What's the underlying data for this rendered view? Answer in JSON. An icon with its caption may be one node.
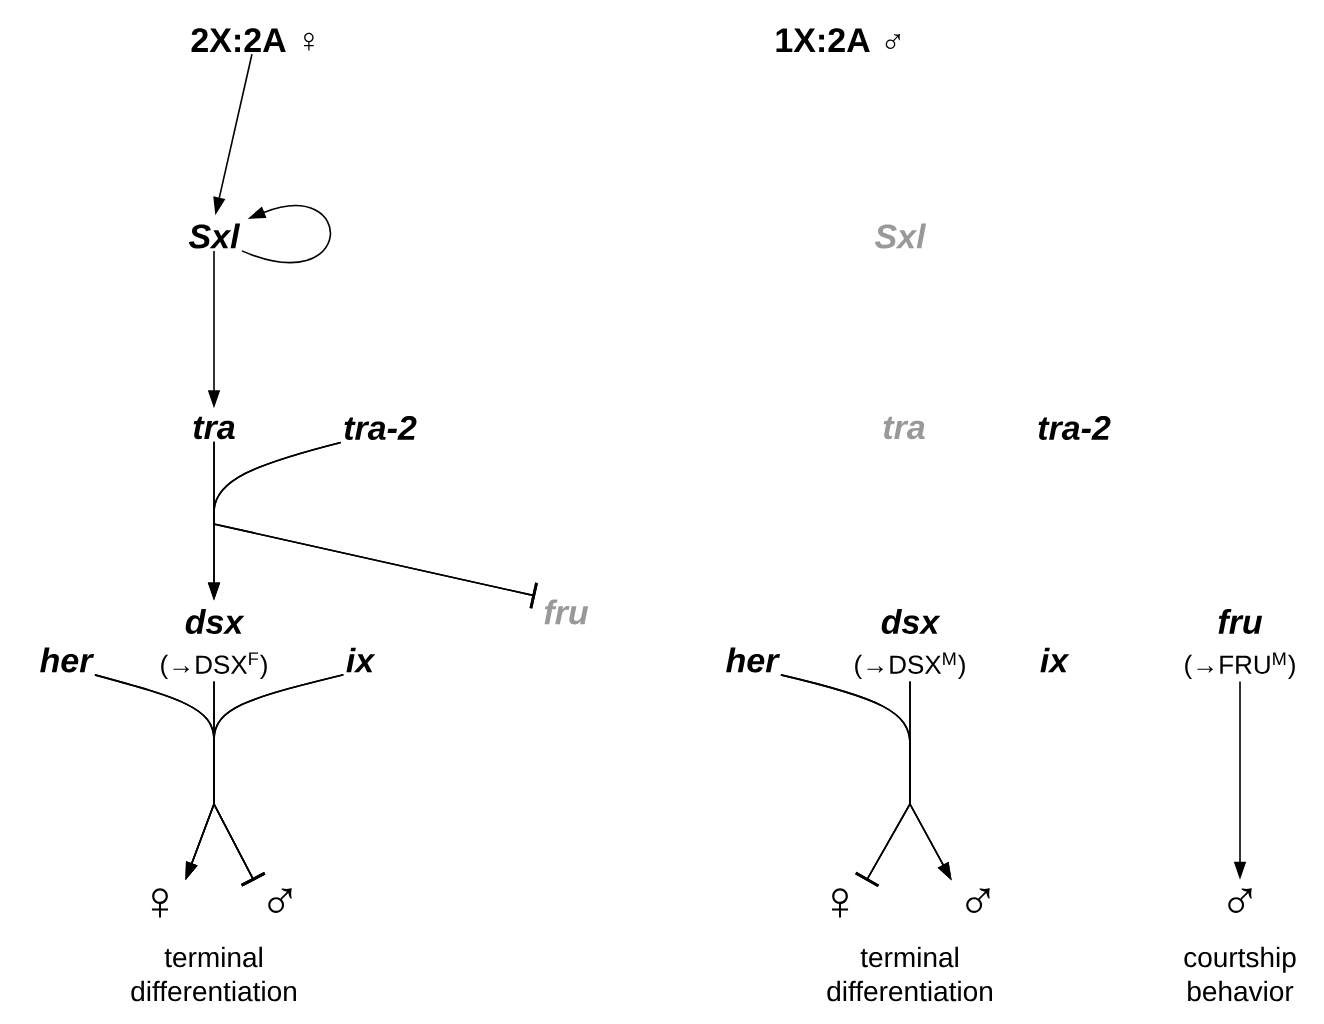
{
  "diagram": {
    "nodes": [
      {
        "text": [
          "2X:2A ♀"
        ]
      },
      {
        "text": [
          "Sxl"
        ]
      },
      {
        "text": [
          "tra"
        ]
      },
      {
        "text": [
          "tra-2"
        ]
      },
      {
        "text": [
          "fru"
        ]
      },
      {
        "text": [
          "dsx",
          "(→DSX$^{F}$)"
        ]
      },
      {
        "text": [
          "her"
        ]
      },
      {
        "text": [
          "ix"
        ]
      },
      {
        "text": [
          "♀"
        ]
      },
      {
        "text": [
          "♂"
        ]
      },
      {
        "text": [
          "1X:2A ♂"
        ]
      },
      {
        "text": [
          "Sxl"
        ]
      },
      {
        "text": [
          "tra"
        ]
      },
      {
        "text": [
          "tra-2"
        ]
      },
      {
        "text": [
          "dsx",
          "(→DSX$^{M}$)"
        ]
      },
      {
        "text": [
          "her"
        ]
      },
      {
        "text": [
          "ix"
        ]
      },
      {
        "text": [
          "fru",
          "(→FRU$^{M}$)"
        ]
      },
      {
        "text": [
          "♀"
        ]
      },
      {
        "text": [
          "♂"
        ]
      },
      {
        "text": [
          "♂"
        ]
      }
    ],
    "edges": [
      {
        "from": 0,
        "to": 1,
        "arrow": "to"
      },
      {
        "from": 1,
        "to": 1,
        "arrow": "to"
      },
      {
        "from": 1,
        "to": 2,
        "arrow": "to"
      },
      {
        "from": 2,
        "to": 5,
        "arrow": "to"
      },
      {
        "from": 3,
        "to": 5,
        "arrow": "to"
      },
      {
        "from": 2,
        "to": 4,
        "arrow": "other"
      },
      {
        "from": 3,
        "to": 4,
        "arrow": "other"
      },
      {
        "from": 5,
        "to": 8,
        "arrow": "to"
      },
      {
        "from": 6,
        "to": 8,
        "arrow": "to"
      },
      {
        "from": 7,
        "to": 8,
        "arrow": "to"
      },
      {
        "from": 5,
        "to": 9,
        "arrow": "other"
      },
      {
        "from": 6,
        "to": 9,
        "arrow": "other"
      },
      {
        "from": 7,
        "to": 9,
        "arrow": "other"
      },
      {
        "from": 14,
        "to": 18,
        "arrow": "other"
      },
      {
        "from": 15,
        "to": 18,
        "arrow": "other"
      },
      {
        "from": 14,
        "to": 19,
        "arrow": "to"
      },
      {
        "from": 15,
        "to": 19,
        "arrow": "to"
      },
      {
        "from": 17,
        "to": 20,
        "arrow": "to"
      }
    ],
    "labels": [
      "terminal differentiation",
      "terminal differentiation",
      "courtship behavior"
    ]
  }
}
